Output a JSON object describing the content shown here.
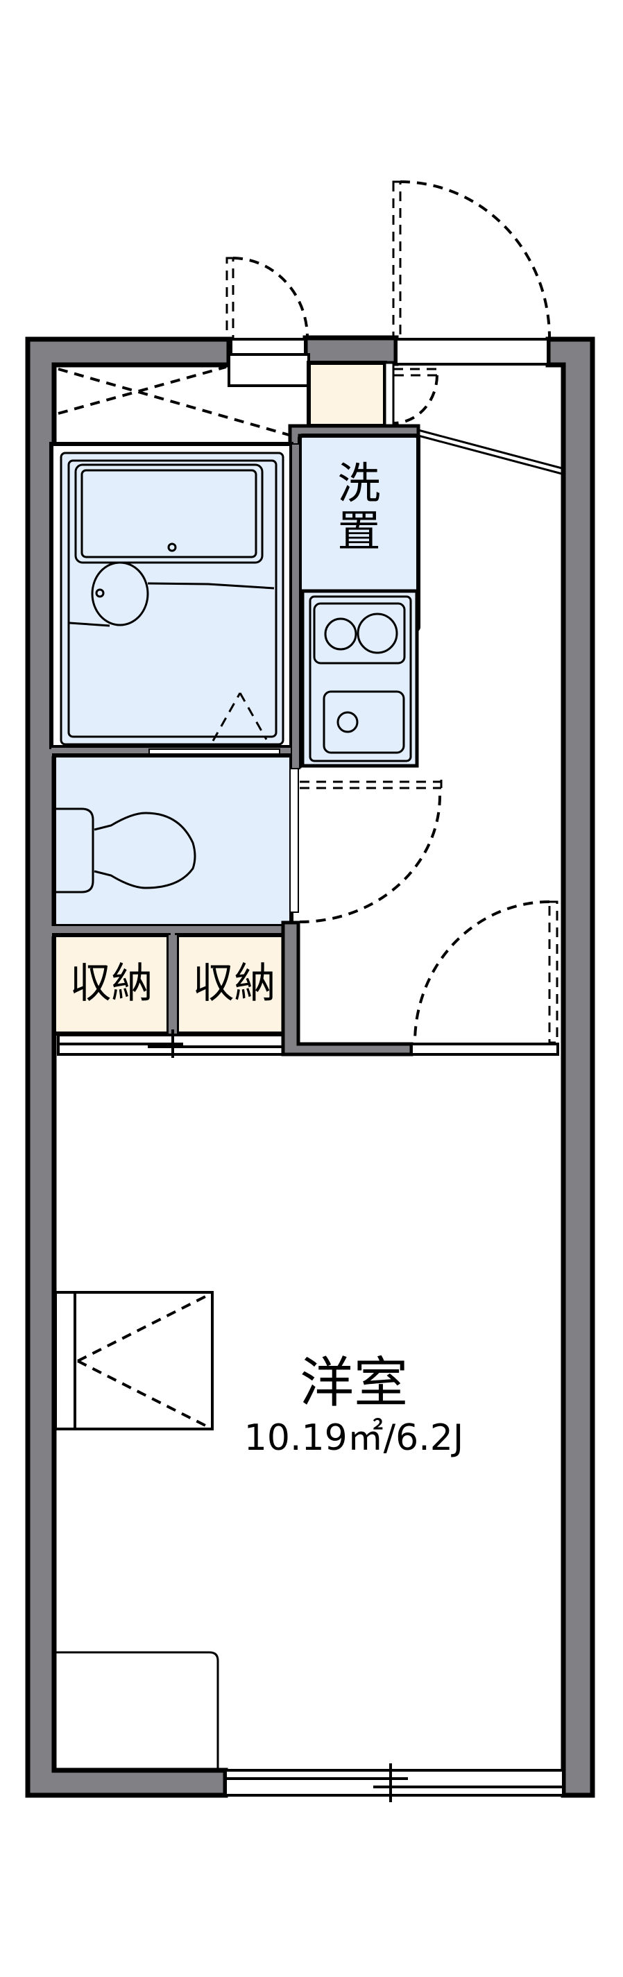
{
  "floor_plan": {
    "rooms": {
      "laundry": {
        "label_line1": "洗",
        "label_line2": "置"
      },
      "storage_left": {
        "label": "収納"
      },
      "storage_right": {
        "label": "収納"
      },
      "western_room": {
        "label": "洋室",
        "area": "10.19㎡/6.2J"
      }
    },
    "colors": {
      "wall": "#808085",
      "wet_area": "#e3eefc",
      "storage": "#fdf4e3",
      "background": "#ffffff"
    }
  }
}
